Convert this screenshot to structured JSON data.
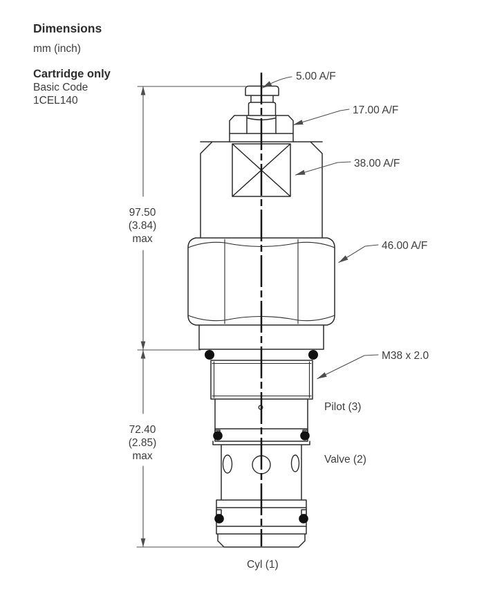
{
  "colors": {
    "background": "#ffffff",
    "outline": "#2b2b2b",
    "dimension_lines": "#4d4d4d",
    "text": "#3d3d3d",
    "oring_seal": "#111111"
  },
  "header": {
    "title": "Dimensions",
    "units": "mm (inch)"
  },
  "cartridge": {
    "heading": "Cartridge only",
    "code_label": "Basic Code",
    "code": "1CEL140"
  },
  "dimensions": {
    "overall_height": {
      "mm": "97.50",
      "inch": "(3.84)",
      "qualifier": "max"
    },
    "insertion_depth": {
      "mm": "72.40",
      "inch": "(2.85)",
      "qualifier": "max"
    }
  },
  "callouts": {
    "cap_flats": "5.00 A/F",
    "nut_flats": "17.00 A/F",
    "square_flats": "38.00 A/F",
    "hex_flats": "46.00 A/F",
    "thread": "M38 x 2.0"
  },
  "ports": {
    "pilot": "Pilot (3)",
    "valve": "Valve (2)",
    "cyl": "Cyl (1)"
  }
}
